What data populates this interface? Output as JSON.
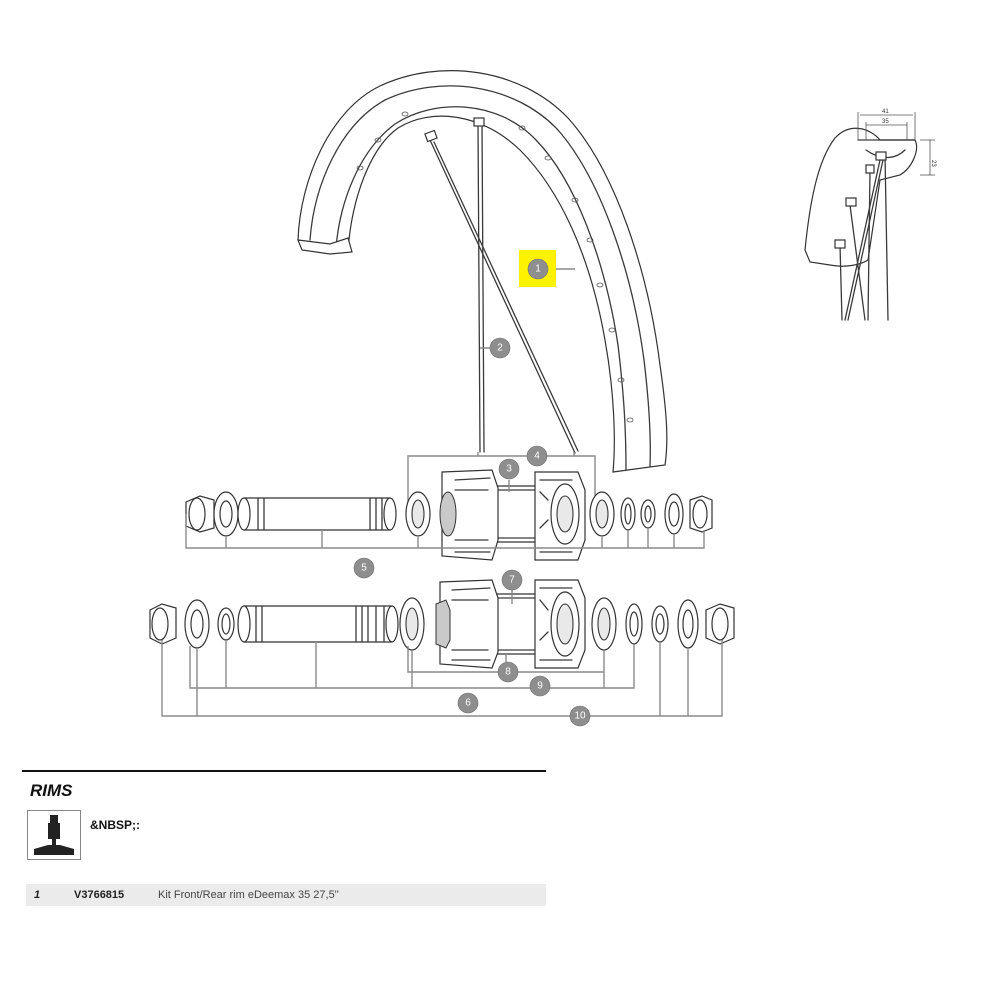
{
  "diagram": {
    "callouts": [
      {
        "label": "1",
        "highlighted": true
      },
      {
        "label": "2"
      },
      {
        "label": "3"
      },
      {
        "label": "4"
      },
      {
        "label": "5"
      },
      {
        "label": "6"
      },
      {
        "label": "7"
      },
      {
        "label": "8"
      },
      {
        "label": "9"
      },
      {
        "label": "10"
      }
    ],
    "highlight_color": "#fff200",
    "callout_color": "#8e8e8e",
    "dimensions": {
      "outer_width": "41",
      "inner_width": "35",
      "height": "23"
    }
  },
  "section": {
    "title": "RIMS"
  },
  "valve": {
    "icon": "presta-valve-icon",
    "text": "&NBSP;:"
  },
  "parts": [
    {
      "num": "1",
      "ref": "V3766815",
      "description": "Kit Front/Rear rim eDeemax 35 27,5''"
    }
  ]
}
